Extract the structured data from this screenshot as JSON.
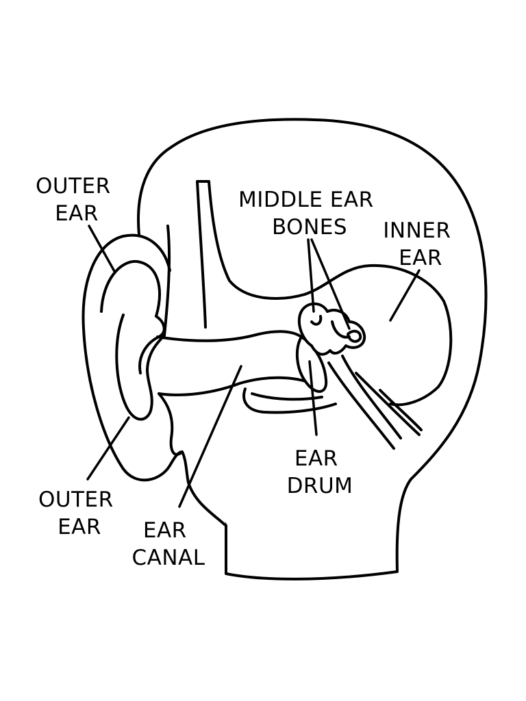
{
  "labels": {
    "outer_ear_top": [
      "OUTER",
      "EAR"
    ],
    "middle_ear_bones": [
      "MIDDLE EAR",
      "BONES"
    ],
    "inner_ear": [
      "INNER",
      "EAR"
    ],
    "ear_drum": [
      "EAR",
      "DRUM"
    ],
    "outer_ear_bottom": [
      "OUTER",
      "EAR"
    ],
    "ear_canal": [
      "EAR",
      "CANAL"
    ]
  },
  "colors": {
    "ink": "#000000",
    "background": "#ffffff"
  }
}
